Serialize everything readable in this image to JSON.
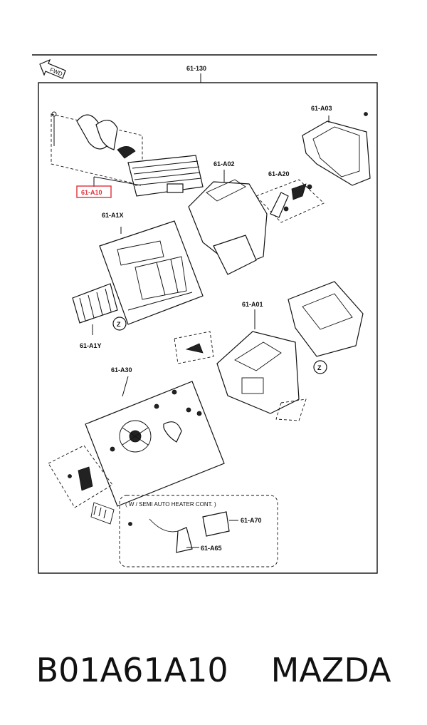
{
  "diagram": {
    "direction_label": "FWD",
    "assembly_ref": "61-130",
    "highlighted_part": "61-A10",
    "part_labels": [
      "61-A03",
      "61-A02",
      "61-A20",
      "61-A1X",
      "61-A1Y",
      "61-A01",
      "61-A30",
      "61-A70",
      "61-A65"
    ],
    "circle_marker": "Z",
    "option_note": "( W / SEMI  AUTO  HEATER  CONT. )",
    "highlight_color": "#e0303a"
  },
  "caption": {
    "part_number": "B01A61A10",
    "brand": "MAZDA"
  }
}
